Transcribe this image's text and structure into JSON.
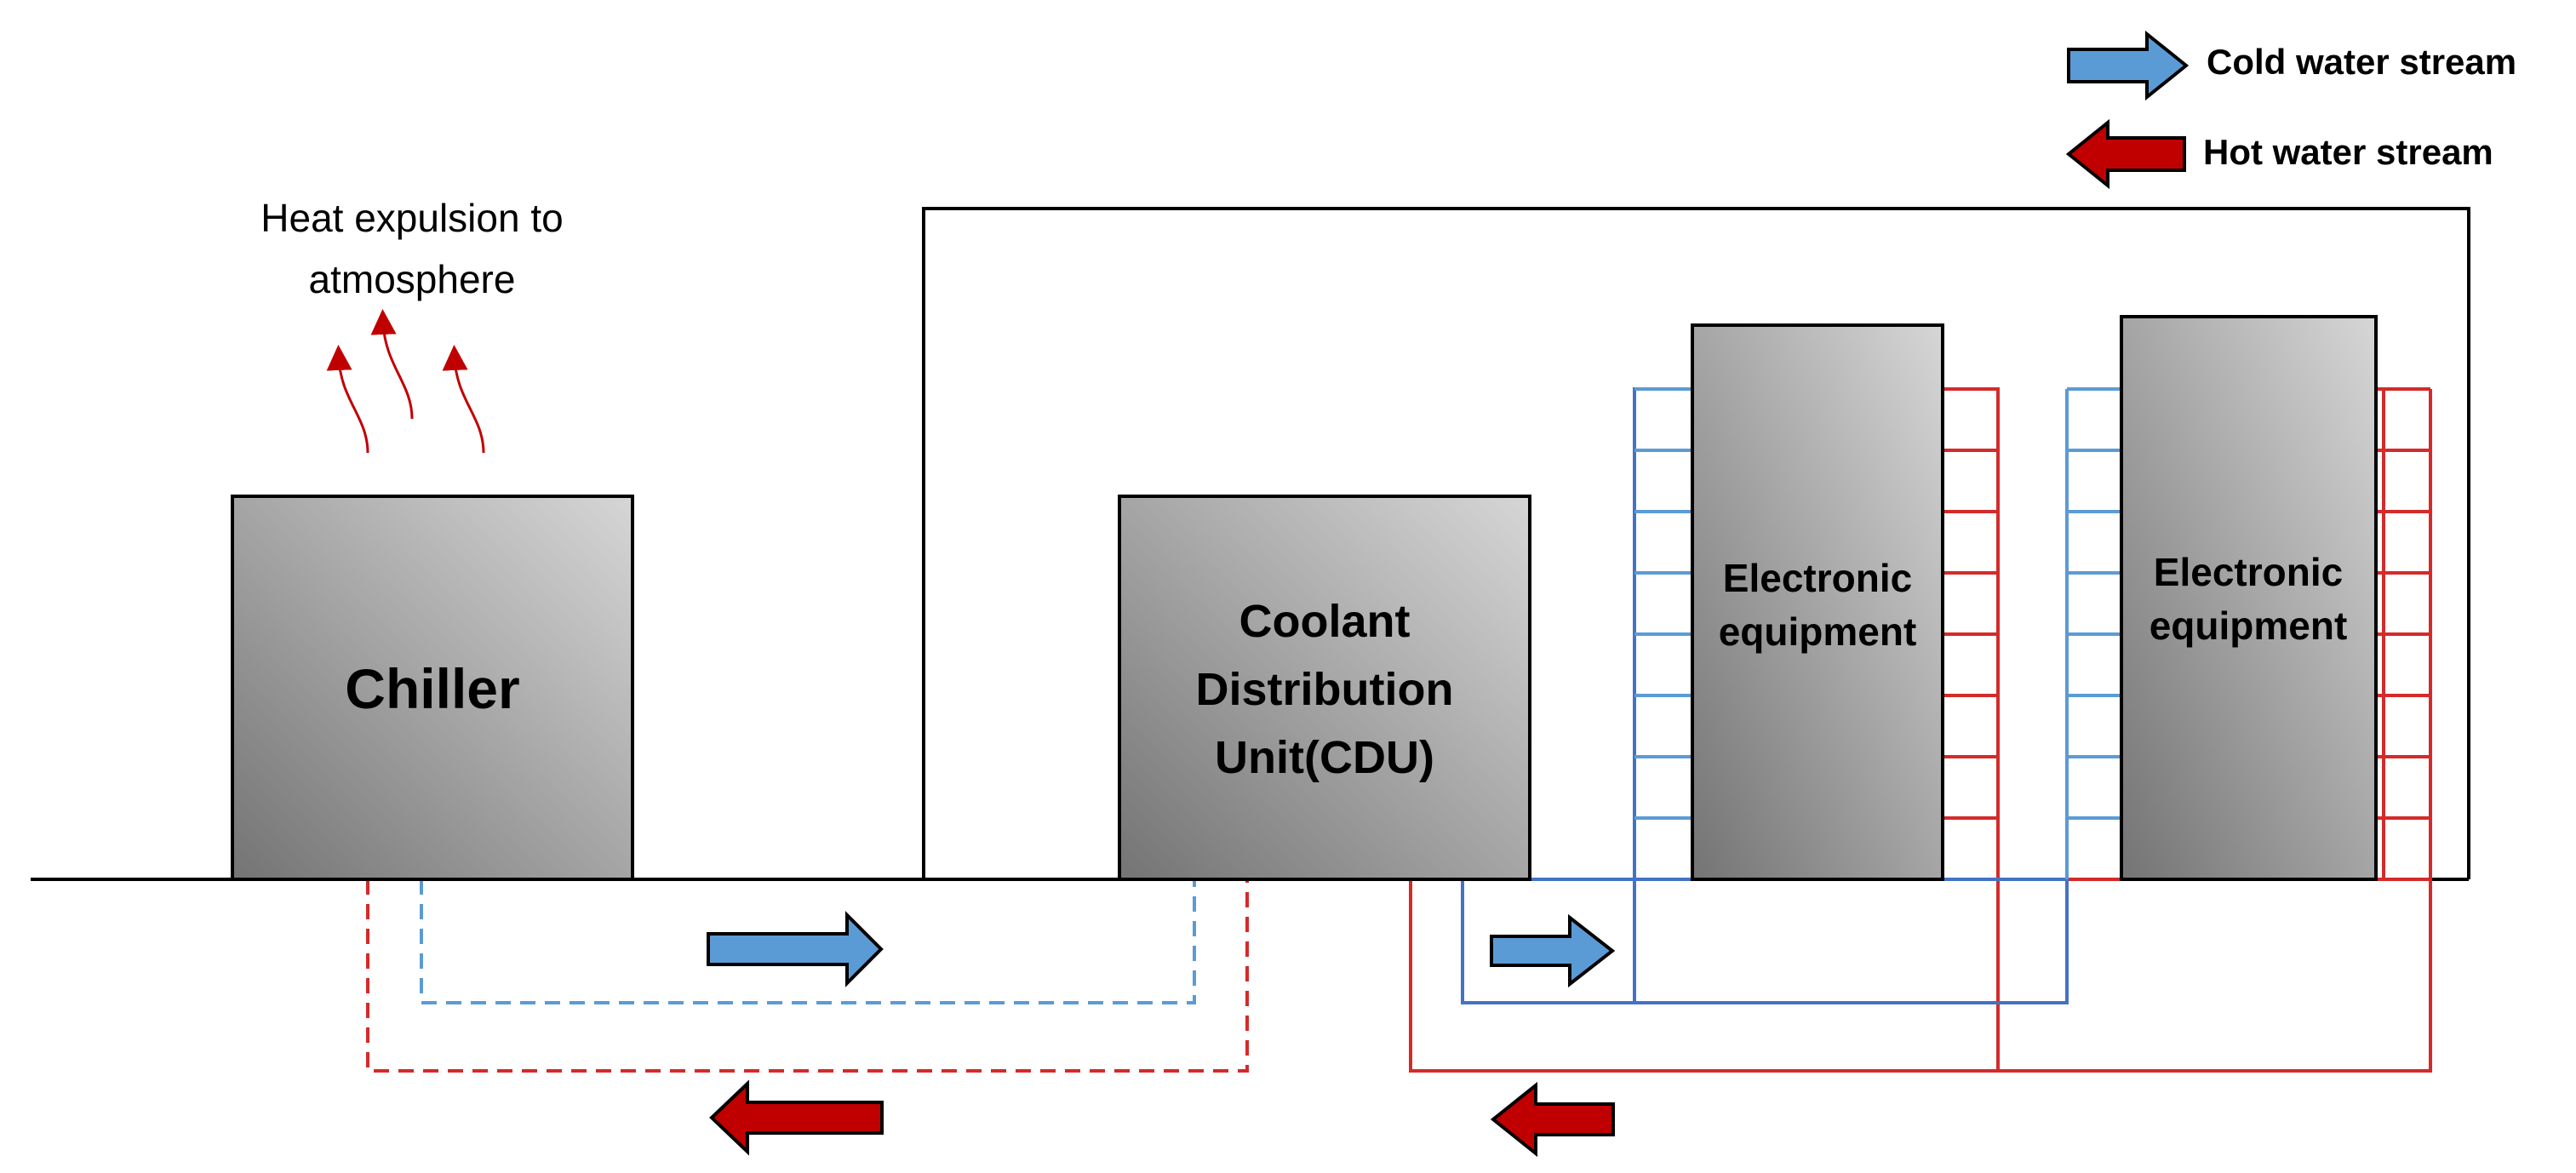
{
  "legend": {
    "cold_label": "Cold water stream",
    "hot_label": "Hot water stream"
  },
  "heat_note": {
    "line1": "Heat expulsion to",
    "line2": "atmosphere"
  },
  "chiller": {
    "label": "Chiller"
  },
  "cdu": {
    "line1": "Coolant",
    "line2": "Distribution",
    "line3": "Unit(CDU)"
  },
  "equipment": [
    {
      "line1": "Electronic",
      "line2": "equipment"
    },
    {
      "line1": "Electronic",
      "line2": "equipment"
    }
  ],
  "colors": {
    "cold": "#5b9bd5",
    "cold_line": "#4472c4",
    "hot": "#c00000",
    "hot_line": "#d42a2a",
    "box_gradient_light": "#d4d4d4",
    "box_gradient_dark": "#7a7a7a"
  }
}
